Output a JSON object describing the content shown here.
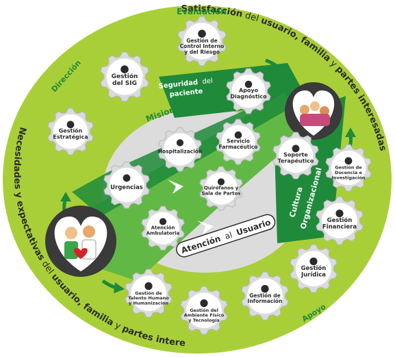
{
  "arc_titles": {
    "evaluacion": "Evaluación",
    "direccion": "Dirección",
    "apoyo": "Apoyo",
    "satisfaccion": {
      "p1": "Satisfacción",
      "p2": " del ",
      "p3": "usuario, familia",
      "p4": " y ",
      "p5": "partes interesadas"
    },
    "necesidades": {
      "p1": "Necesidades y expectativas",
      "p2": " del ",
      "p3": "usuario, familia",
      "p4": " y ",
      "p5": "partes interesadas"
    }
  },
  "labels": {
    "misionales": "Misionales",
    "seguridad_1": "Seguridad",
    "seguridad_2": "del",
    "seguridad_3": "paciente",
    "cultura_1": "Cultura",
    "cultura_2": "Organizacional",
    "atencion_1": "Atención",
    "atencion_2": "al",
    "atencion_3": "Usuario"
  },
  "gears": {
    "control": [
      "Gestión de",
      "Control Interno",
      "y del Riesgo"
    ],
    "sig": [
      "Gestión",
      "del SIG"
    ],
    "estrategica": [
      "Gestión",
      "Estratégica"
    ],
    "apoyo_dx": [
      "Apoyo",
      "Diagnóstico"
    ],
    "farmaceutico": [
      "Servicio",
      "Farmacéutico"
    ],
    "hospitalizacion": [
      "Hospitalización"
    ],
    "soporte": [
      "Soporte",
      "Terapéutico"
    ],
    "urgencias": [
      "Urgencias"
    ],
    "quirofanos": [
      "Quirófanos y",
      "Sala de Partos"
    ],
    "ambulatoria": [
      "Atención",
      "Ambulatoria"
    ],
    "docencia": [
      "Gestión de",
      "Docencia e",
      "Investigación"
    ],
    "financiera": [
      "Gestión",
      "Financiera"
    ],
    "juridica": [
      "Gestión",
      "Jurídica"
    ],
    "informacion": [
      "Gestión de",
      "Información"
    ],
    "ambiente": [
      "Gestión del",
      "Ambiente Físico",
      "y Tecnología"
    ],
    "talento": [
      "Gestión de",
      "Talento Humano",
      "y Humanización"
    ]
  },
  "colors": {
    "ring": "#a9cf38",
    "dark_green": "#1f8a3a",
    "light_green": "#62b844",
    "gear": "#dadbdd",
    "heart": "#3a3a3a",
    "text": "#2b2b2b"
  }
}
